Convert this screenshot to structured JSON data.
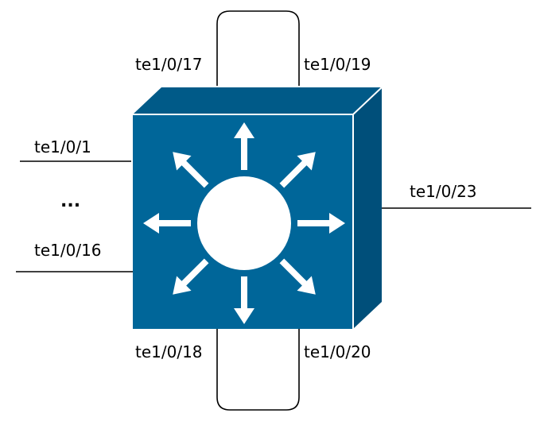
{
  "switch": {
    "icon": "layer3-switch-icon",
    "front_color": "#006699",
    "top_color": "#005a88",
    "side_color": "#004f7a",
    "edge_color": "#ffffff",
    "arrow_color": "#ffffff"
  },
  "ports": {
    "top_left": "te1/0/17",
    "top_right": "te1/0/19",
    "left_top": "te1/0/1",
    "left_ellipsis": "...",
    "left_bottom": "te1/0/16",
    "right": "te1/0/23",
    "bottom_left": "te1/0/18",
    "bottom_right": "te1/0/20"
  }
}
